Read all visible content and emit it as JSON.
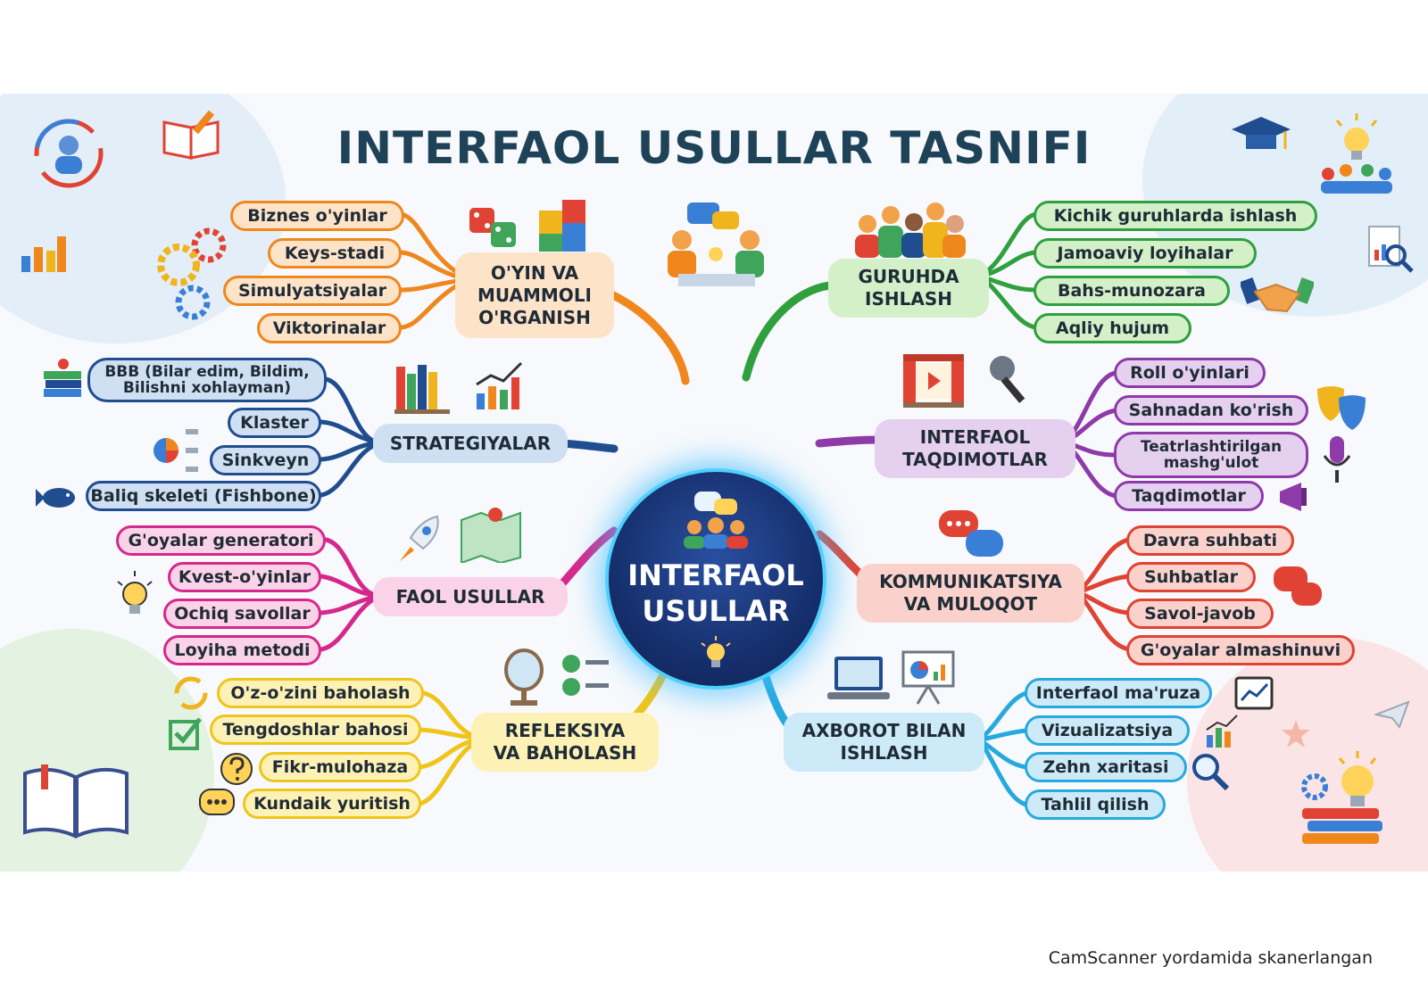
{
  "title": "INTERFAOL USULLAR TASNIFI",
  "center": {
    "label": "INTERFAOL\nUSULLAR"
  },
  "categories": {
    "oyin": {
      "label": "O'YIN VA\nMUAMMOLI\nO'RGANISH",
      "color": "#f0871d",
      "fill": "#fde3c8",
      "items": [
        "Biznes o'yinlar",
        "Keys-stadi",
        "Simulyatsiyalar",
        "Viktorinalar"
      ]
    },
    "strategiyalar": {
      "label": "STRATEGIYALAR",
      "color": "#1f4d8f",
      "fill": "#cfe0f3",
      "items": [
        "BBB (Bilar edim, Bildim, Bilishni xohlayman)",
        "Klaster",
        "Sinkveyn",
        "Baliq skeleti (Fishbone)"
      ]
    },
    "faol": {
      "label": "FAOL USULLAR",
      "color": "#d6288c",
      "fill": "#fbd3e8",
      "items": [
        "G'oyalar generatori",
        "Kvest-o'yinlar",
        "Ochiq savollar",
        "Loyiha metodi"
      ]
    },
    "refleksiya": {
      "label": "REFLEKSIYA\nVA BAHOLASH",
      "color": "#efc51b",
      "fill": "#fdf1b5",
      "items": [
        "O'z-o'zini baholash",
        "Tengdoshlar bahosi",
        "Fikr-mulohaza",
        "Kundaik yuritish"
      ]
    },
    "guruhda": {
      "label": "GURUHDA\nISHLASH",
      "color": "#2fa03d",
      "fill": "#d3f0c9",
      "items": [
        "Kichik guruhlarda ishlash",
        "Jamoaviy loyihalar",
        "Bahs-munozara",
        "Aqliy hujum"
      ]
    },
    "taqdimot": {
      "label": "INTERFAOL\nTAQDIMOTLAR",
      "color": "#8e3aa8",
      "fill": "#e6d0ef",
      "items": [
        "Roll o'yinlari",
        "Sahnadan ko'rish",
        "Teatrlashtirilgan mashg'ulot",
        "Taqdimotlar"
      ]
    },
    "kommunikatsiya": {
      "label": "KOMMUNIKATSIYA\nVA MULOQOT",
      "color": "#e04334",
      "fill": "#fbd2cb",
      "items": [
        "Davra suhbati",
        "Suhbatlar",
        "Savol-javob",
        "G'oyalar almashinuvi"
      ]
    },
    "axborot": {
      "label": "AXBOROT BILAN\nISHLASH",
      "color": "#27a9de",
      "fill": "#cdeaf8",
      "items": [
        "Interfaol ma'ruza",
        "Vizualizatsiya",
        "Zehn xaritasi",
        "Tahlil qilish"
      ]
    }
  },
  "icons": [
    "rotation-person-icon",
    "open-book-pencil-icon",
    "bar-chart-icon",
    "gears-icon",
    "dice-icon",
    "puzzle-icon",
    "meeting-icon",
    "people-group-icon",
    "handshake-icon",
    "graduation-cap-icon",
    "lightbulb-people-icon",
    "magnifier-document-icon",
    "books-apple-icon",
    "bookshelf-icon",
    "growth-chart-icon",
    "cluster-icon",
    "fish-icon",
    "stage-icon",
    "microphone-icon",
    "theater-masks-icon",
    "podcast-mic-icon",
    "megaphone-icon",
    "chat-bubbles-icon",
    "rocket-icon",
    "map-icon",
    "lightbulb-icon",
    "mirror-icon",
    "checklist-icon",
    "refresh-icon",
    "checkbox-icon",
    "question-icon",
    "speech-icon",
    "open-book-icon",
    "laptop-icon",
    "presentation-icon",
    "analytics-screen-icon",
    "magnifier-icon",
    "paper-plane-icon",
    "star-icon",
    "idea-books-icon"
  ],
  "footer": "CamScanner yordamida skanerlangan"
}
